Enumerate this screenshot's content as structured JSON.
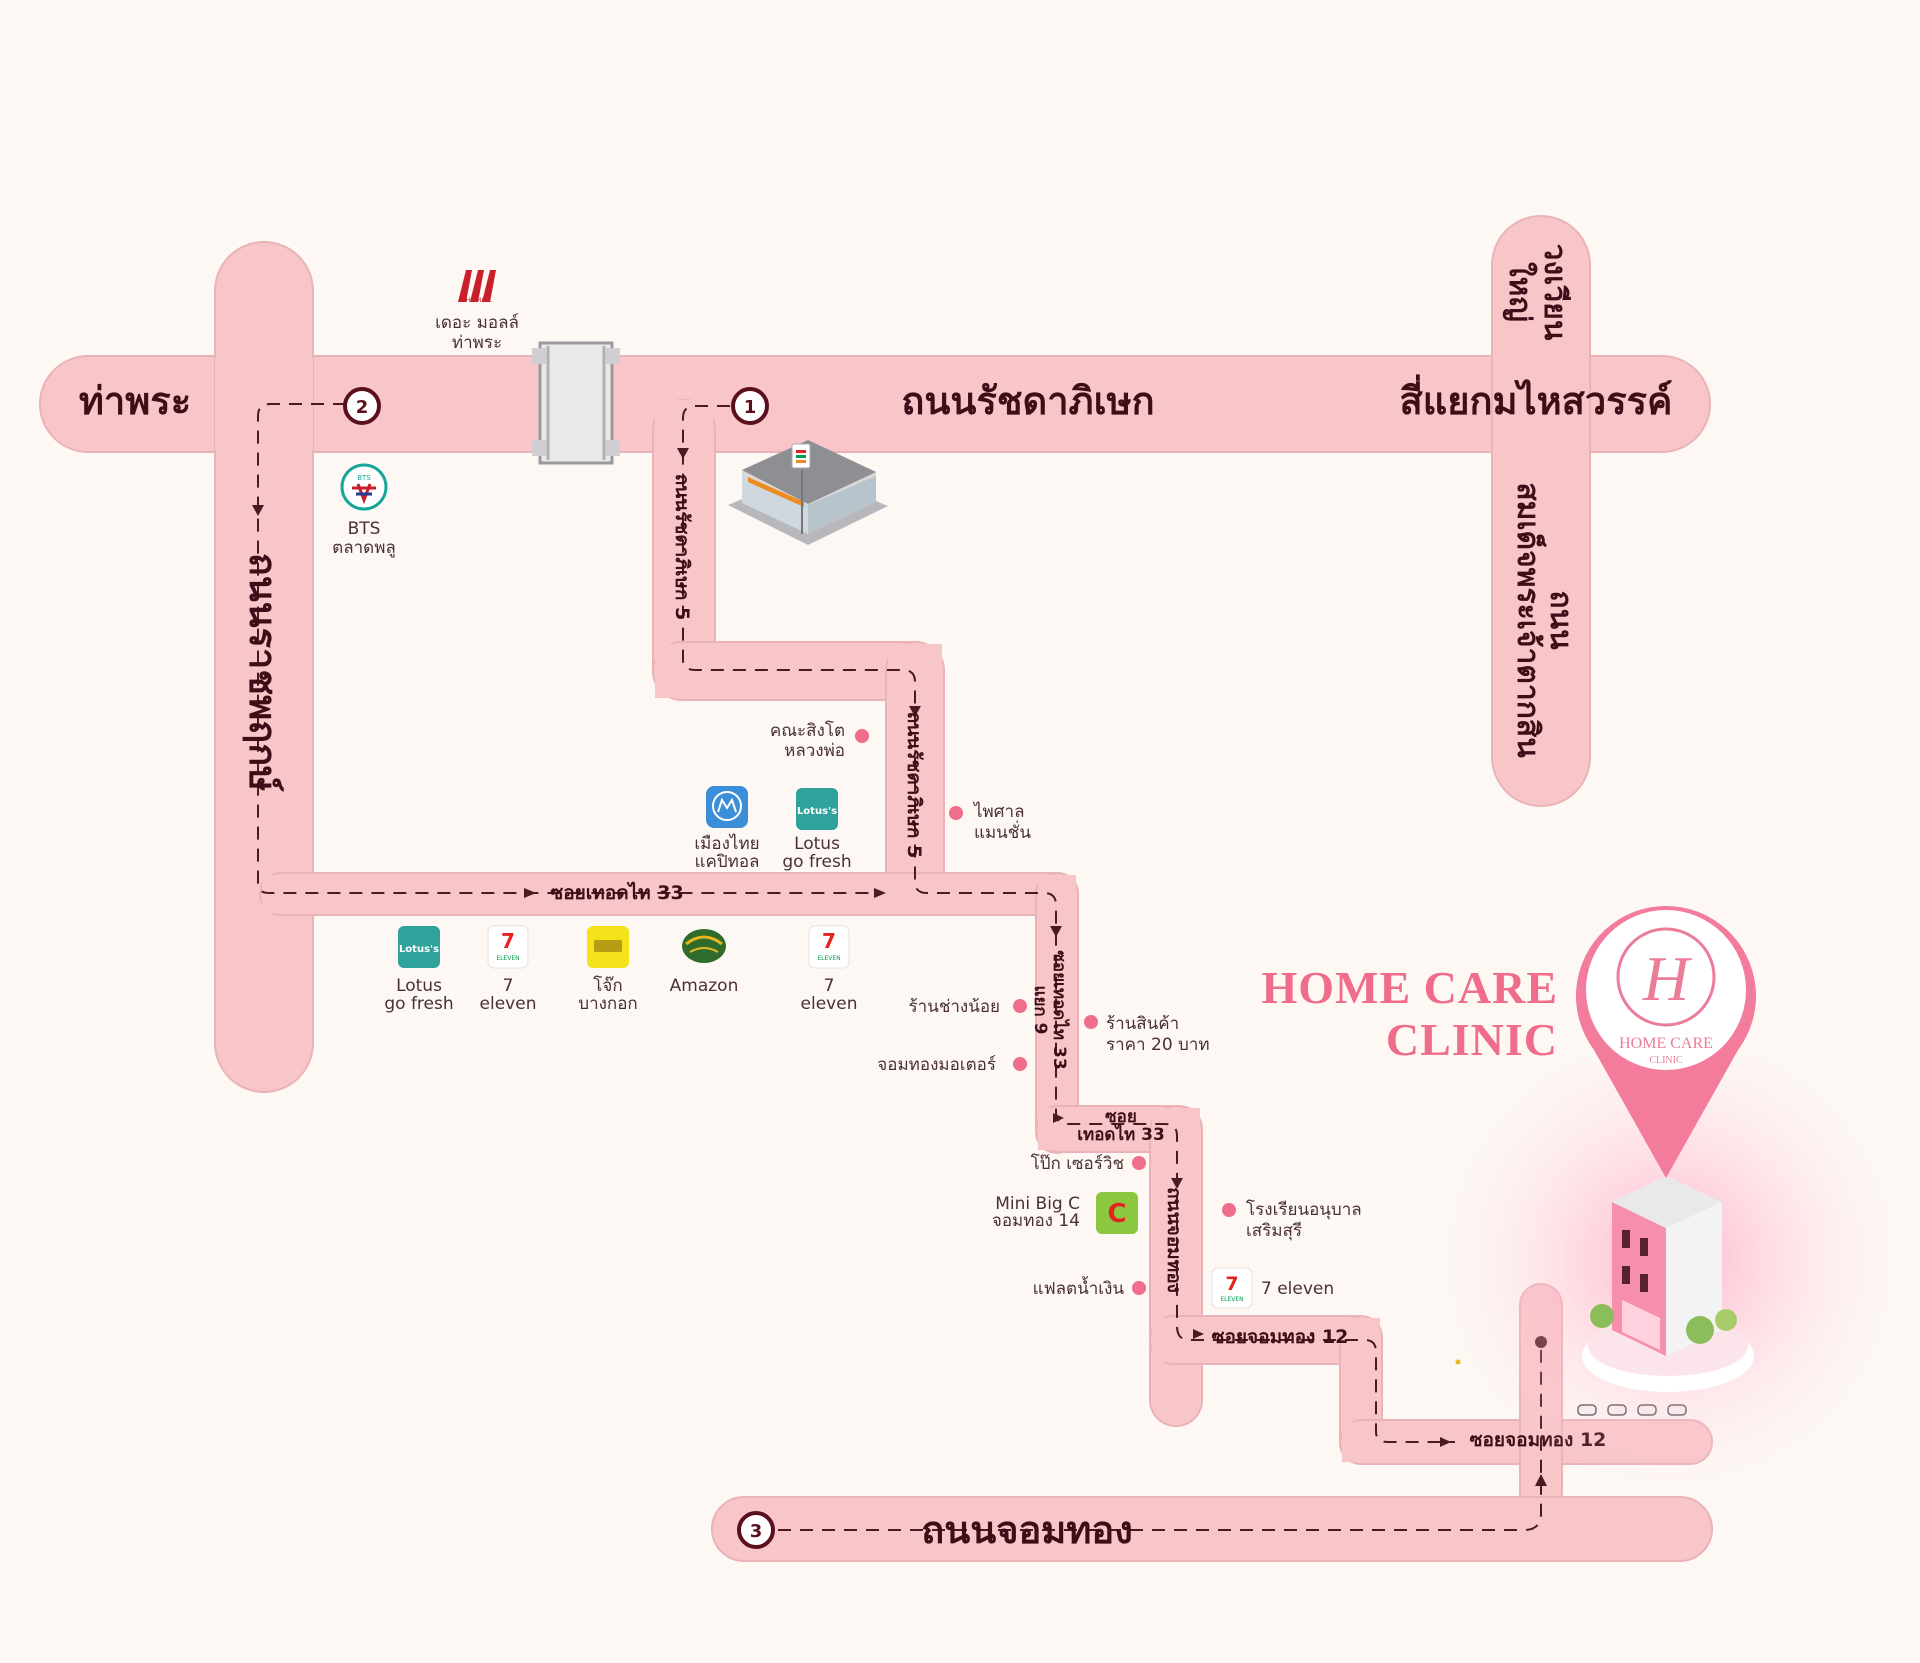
{
  "roads": {
    "tha_phra": "ท่าพระ",
    "ratchada": "ถนนรัชดาภิเษก",
    "mahaisawan": "สี่แยกมไหสวรรค์",
    "wongwian_yai": [
      "วงเวียน",
      "ใหญ่"
    ],
    "somdet_taksin": [
      "ถนน",
      "สมเด็จพระเจ้าตากสิน"
    ],
    "ratchaphruek": "ถนนราชพฤกษ์",
    "ratchada_5": "ถนนรัชดาภิเษก 5",
    "thoet_thai_33": "ซอยเทอดไท 33",
    "thoet_thai_33_yaek9": [
      "ซอยเทอดไท 33",
      "แยก 9"
    ],
    "thoet_thai_33_short": [
      "ซอย",
      "เทอดไท 33"
    ],
    "chom_thong_soi": "ถนนจอมทอง",
    "chom_thong_12a": "ซอยจอมทอง 12",
    "chom_thong_12b": "ซอยจอมทอง 12",
    "chom_thong_main": "ถนนจอมทอง"
  },
  "markers": [
    "1",
    "2",
    "3"
  ],
  "landmarks": {
    "the_mall_logo": "THE MALL",
    "the_mall": [
      "เดอะ มอลล์",
      "ท่าพระ"
    ],
    "bts_logo": "BTS",
    "bts": [
      "BTS",
      "ตลาดพลู"
    ],
    "khana_singto": [
      "คณะสิงโต",
      "หลวงพ่อ"
    ],
    "paisan": [
      "ไพศาล",
      "แมนชั่น"
    ],
    "muang_thai": [
      "เมืองไทย",
      "แคปิทอล"
    ],
    "lotus_a": [
      "Lotus",
      "go fresh"
    ],
    "lotus_logo": "Lotus's",
    "lotus_b": [
      "Lotus",
      "go fresh"
    ],
    "seven_a": [
      "7",
      "eleven"
    ],
    "jok": [
      "โจ๊ก",
      "บางกอก"
    ],
    "amazon": "Amazon",
    "seven_b": [
      "7",
      "eleven"
    ],
    "seven_logo": "7",
    "seven_logo_sub": "ELEVEN",
    "ran_chang_noi": "ร้านช่างน้อย",
    "jomthong_motor": "จอมทองมอเตอร์",
    "ran_sinka": [
      "ร้านสินค้า",
      "ราคา 20 บาท"
    ],
    "pok_service": "โป๊ก เซอร์วิช",
    "mini_bigc": [
      "Mini Big C",
      "จอมทอง 14"
    ],
    "school": [
      "โรงเรียนอนุบาล",
      "เสริมสุรี"
    ],
    "flat": "แฟลตน้ำเงิน",
    "seven_c": "7 eleven"
  },
  "clinic": {
    "title_line1": "HOME CARE",
    "title_line2": "CLINIC",
    "pin_monogram": "H",
    "pin_line1": "HOME CARE",
    "pin_line2": "CLINIC"
  },
  "colors": {
    "road": "#f8c6c9",
    "route": "#4a1a22",
    "accent": "#ef6d8b",
    "marker": "#5a0f1d",
    "background": "#fdf8f4"
  }
}
